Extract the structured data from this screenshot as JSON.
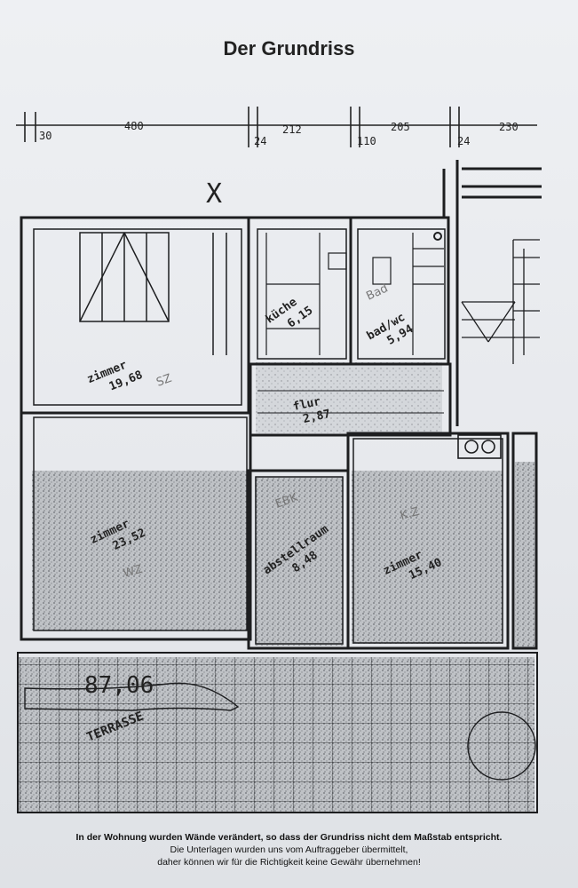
{
  "document": {
    "title": "Der Grundriss"
  },
  "dimensions": [
    "30",
    "480",
    "24",
    "212",
    "110",
    "205",
    "24",
    "230"
  ],
  "rooms": {
    "schlafzimmer": {
      "label": "zimmer",
      "area": "19,68",
      "note": "SZ"
    },
    "kueche": {
      "label": "küche",
      "area": "6,15"
    },
    "bad": {
      "note": "Bad",
      "label": "bad/wc",
      "area": "5,94"
    },
    "flur": {
      "label": "flur",
      "area": "2,87"
    },
    "wohnzimmer": {
      "label": "zimmer",
      "area": "23,52",
      "note": "WZ"
    },
    "abstellraum": {
      "note": "EBK",
      "label": "abstellraum",
      "area": "8,48"
    },
    "kinderzimmer": {
      "note": "K.Z",
      "label": "zimmer",
      "area": "15,40"
    }
  },
  "total_area": "87,06",
  "terrace_label": "TERRASSE",
  "mark": "X",
  "footer": {
    "line1": "In der Wohnung wurden Wände verändert, so dass der Grundriss nicht dem Maßstab entspricht.",
    "line2": "Die Unterlagen wurden uns vom Auftraggeber übermittelt,",
    "line3": "daher können wir für die Richtigkeit keine Gewähr übernehmen!"
  }
}
